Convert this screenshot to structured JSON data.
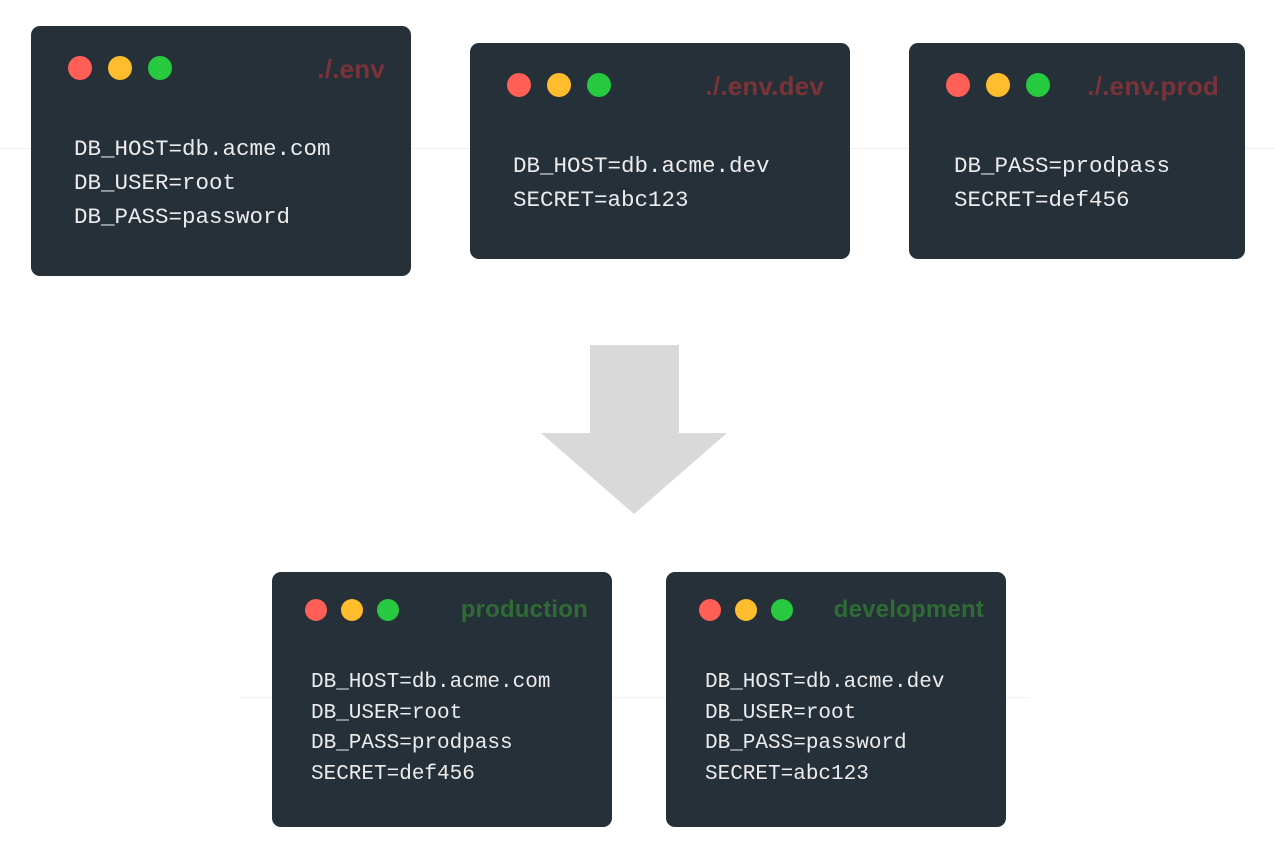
{
  "colors": {
    "window_bg": "#263038",
    "dot_red": "#ff5f56",
    "dot_yellow": "#ffbd2e",
    "dot_green": "#27c93f",
    "source_title": "#7a3338",
    "result_title": "#2f6b35",
    "arrow": "#d9d9d9",
    "code_text": "#ececec"
  },
  "sources": [
    {
      "title": "./.env",
      "lines": [
        "DB_HOST=db.acme.com",
        "DB_USER=root",
        "DB_PASS=password"
      ]
    },
    {
      "title": "./.env.dev",
      "lines": [
        "DB_HOST=db.acme.dev",
        "SECRET=abc123"
      ]
    },
    {
      "title": "./.env.prod",
      "lines": [
        "DB_PASS=prodpass",
        "SECRET=def456"
      ]
    }
  ],
  "results": [
    {
      "title": "production",
      "lines": [
        "DB_HOST=db.acme.com",
        "DB_USER=root",
        "DB_PASS=prodpass",
        "SECRET=def456"
      ]
    },
    {
      "title": "development",
      "lines": [
        "DB_HOST=db.acme.dev",
        "DB_USER=root",
        "DB_PASS=password",
        "SECRET=abc123"
      ]
    }
  ]
}
